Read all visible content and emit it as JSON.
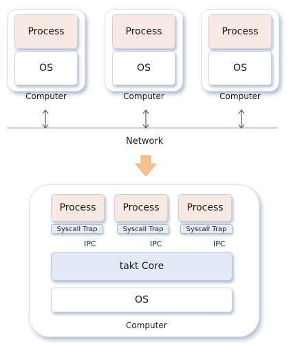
{
  "top": {
    "computers": [
      {
        "process": "Process",
        "os": "OS",
        "label": "Computer"
      },
      {
        "process": "Process",
        "os": "OS",
        "label": "Computer"
      },
      {
        "process": "Process",
        "os": "OS",
        "label": "Computer"
      }
    ],
    "network_label": "Network"
  },
  "bottom": {
    "processes": [
      "Process",
      "Process",
      "Process"
    ],
    "syscall_labels": [
      "Syscall Trap",
      "Syscall Trap",
      "Syscall Trap"
    ],
    "ipc_labels": [
      "IPC",
      "IPC",
      "IPC"
    ],
    "core_label": "takt Core",
    "os_label": "OS",
    "computer_label": "Computer"
  },
  "colors": {
    "process_fill": "#f8e8e4",
    "core_fill": "#e3eaf6",
    "syscall_fill": "#e6ecf6",
    "network_line": "#c5d6ea",
    "transition_arrow": "#f6c38f"
  }
}
